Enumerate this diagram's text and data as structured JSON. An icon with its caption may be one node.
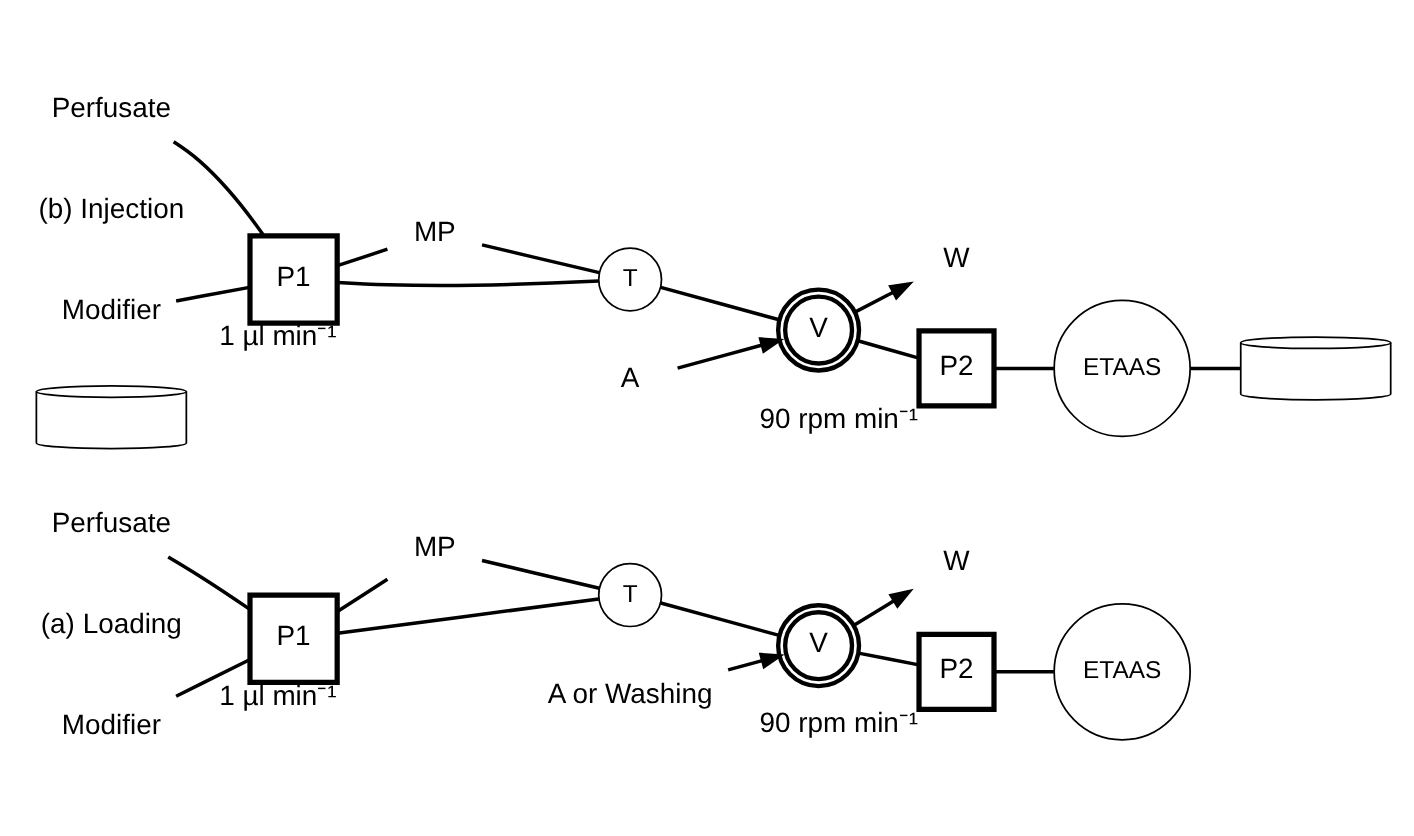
{
  "diagram": {
    "nodes": [
      {
        "text": [
          "Modifier"
        ]
      },
      {
        "text": [
          "Perfusate"
        ]
      },
      {
        "text": [
          "P1"
        ],
        "beside": [
          "1 µl min⁻¹"
        ]
      },
      {
        "text": [
          "MP"
        ]
      },
      {
        "text": [
          "T"
        ]
      },
      {
        "text": [
          "V"
        ]
      },
      {
        "text": [
          "W"
        ]
      },
      {
        "text": [
          "A or Washing"
        ]
      },
      {
        "text": [
          "P2"
        ],
        "beside": [
          "90 rpm min⁻¹"
        ]
      },
      {
        "text": [
          "ETAAS"
        ]
      },
      {
        "text": [],
        "shape": "cylinder"
      },
      {
        "text": [
          "Modifier"
        ]
      },
      {
        "text": [
          "Perfusate"
        ]
      },
      {
        "text": [
          "P1"
        ],
        "beside": [
          "1 µl min⁻¹"
        ]
      },
      {
        "text": [
          "MP"
        ]
      },
      {
        "text": [
          "T"
        ]
      },
      {
        "text": [
          "V"
        ]
      },
      {
        "text": [
          "W"
        ]
      },
      {
        "text": [
          "A"
        ]
      },
      {
        "text": [
          "P2"
        ],
        "beside": [
          "90 rpm min⁻¹"
        ]
      },
      {
        "text": [
          "ETAAS"
        ]
      },
      {
        "text": [],
        "shape": "cylinder"
      }
    ],
    "edges": [
      {
        "from": 0,
        "to": 2,
        "arrow": "none"
      },
      {
        "from": 1,
        "to": 2,
        "arrow": "none"
      },
      {
        "from": 2,
        "to": 4,
        "arrow": "none"
      },
      {
        "from": 2,
        "to": 3,
        "arrow": "none"
      },
      {
        "from": 3,
        "to": 4,
        "arrow": "none"
      },
      {
        "from": 4,
        "to": 5,
        "arrow": "none"
      },
      {
        "from": 5,
        "to": 6,
        "arrow": "to"
      },
      {
        "from": 7,
        "to": 5,
        "arrow": "to"
      },
      {
        "from": 5,
        "to": 8,
        "arrow": "none"
      },
      {
        "from": 8,
        "to": 9,
        "arrow": "none"
      },
      {
        "from": 11,
        "to": 13,
        "arrow": "none"
      },
      {
        "from": 12,
        "to": 13,
        "arrow": "none"
      },
      {
        "from": 13,
        "to": 15,
        "arrow": "none"
      },
      {
        "from": 13,
        "to": 14,
        "arrow": "none"
      },
      {
        "from": 14,
        "to": 15,
        "arrow": "none"
      },
      {
        "from": 15,
        "to": 16,
        "arrow": "none"
      },
      {
        "from": 16,
        "to": 17,
        "arrow": "to"
      },
      {
        "from": 18,
        "to": 16,
        "arrow": "to"
      },
      {
        "from": 16,
        "to": 19,
        "arrow": "none"
      },
      {
        "from": 19,
        "to": 20,
        "arrow": "none"
      },
      {
        "from": 20,
        "to": 21,
        "arrow": "none"
      }
    ],
    "labels": [
      "(a) Loading",
      "(b) Injection"
    ]
  }
}
